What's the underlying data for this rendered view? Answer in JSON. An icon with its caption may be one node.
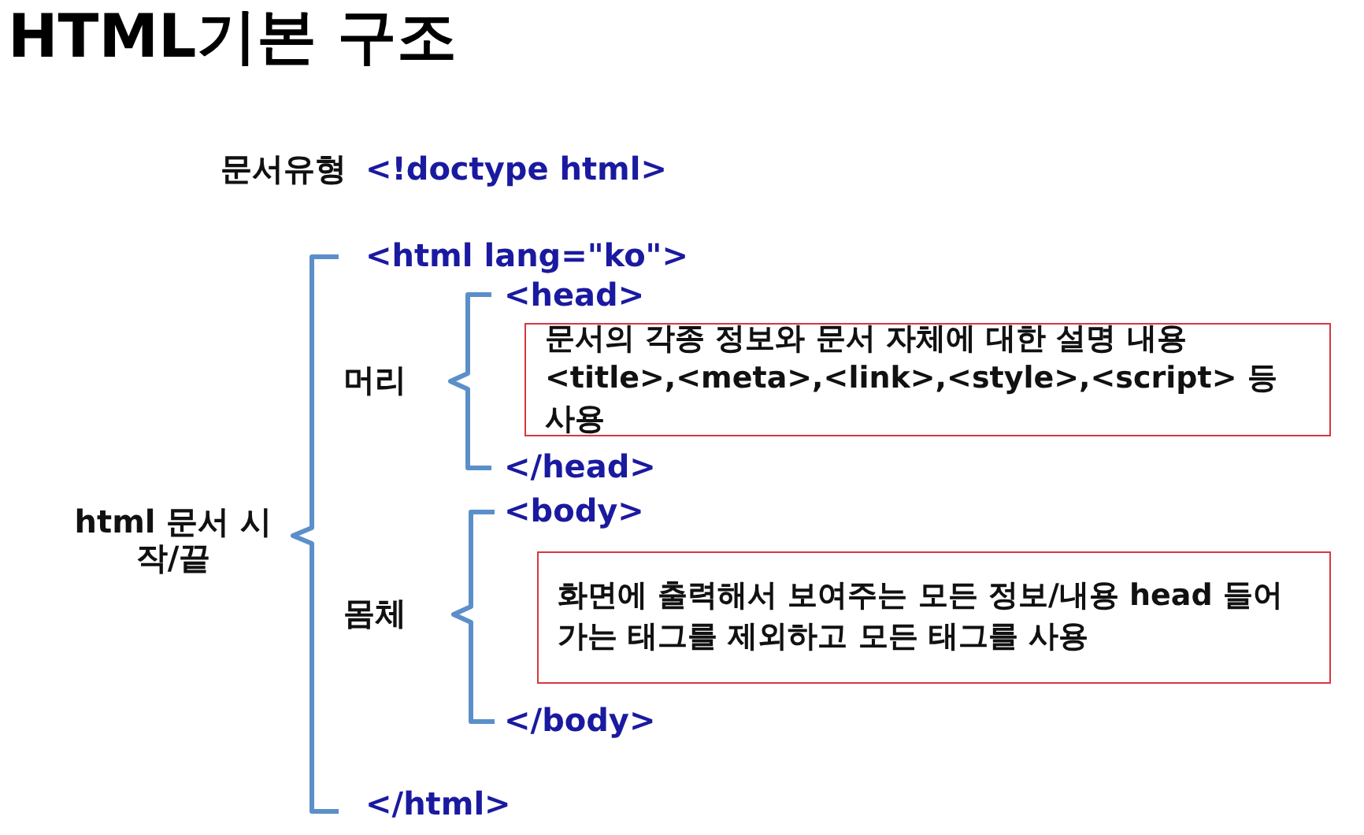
{
  "diagram": {
    "title": "HTML기본 구조",
    "nodes": [
      {
        "text": [
          "문서의 각종 정보와 문서 자체에 대한 설명 내용 <title>,<meta>,<link>,<style>,<script> 등 사용"
        ]
      },
      {
        "text": [
          "화면에 출력해서 보여주는 모든 정보/내용 head 들어가는 태그를 제외하고 모든 태그를 사용"
        ]
      }
    ],
    "labels": [
      "문서유형",
      "<!doctype html>",
      "<html lang=\"ko\">",
      "<head>",
      "머리",
      "</head>",
      "<body>",
      "html 문서 시작/끝",
      "몸체",
      "</body>",
      "</html>"
    ]
  }
}
